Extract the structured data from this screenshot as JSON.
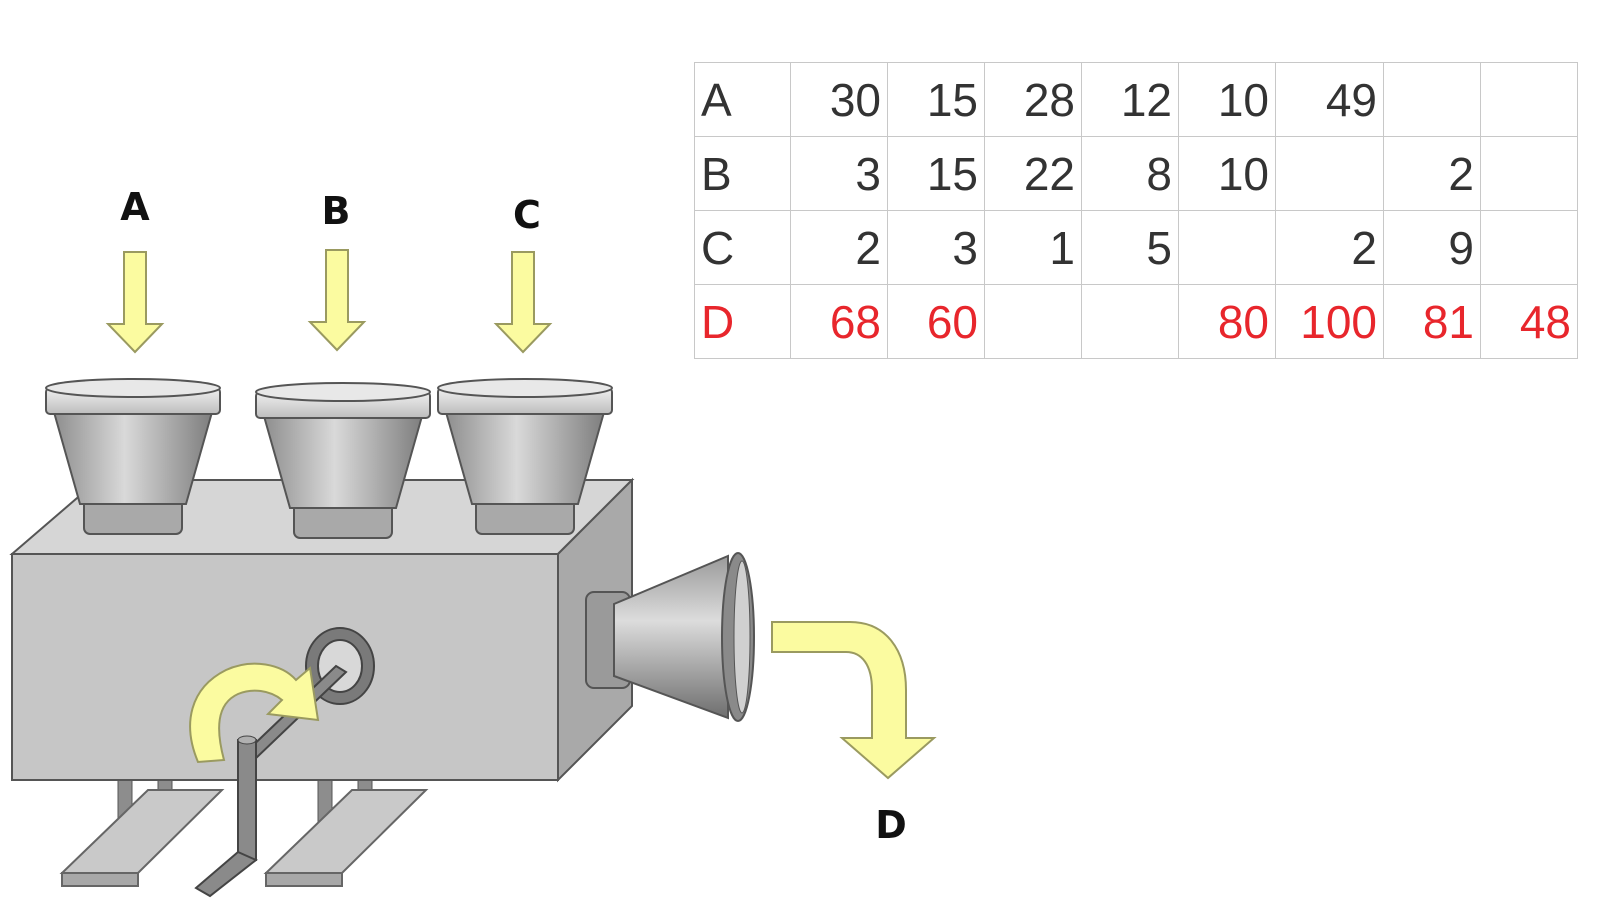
{
  "labels": {
    "a": "A",
    "b": "B",
    "c": "C",
    "d": "D"
  },
  "table": {
    "rows": [
      {
        "label": "A",
        "values": [
          "30",
          "15",
          "28",
          "12",
          "10",
          "49",
          "",
          ""
        ]
      },
      {
        "label": "B",
        "values": [
          "3",
          "15",
          "22",
          "8",
          "10",
          "",
          "2",
          ""
        ]
      },
      {
        "label": "C",
        "values": [
          "2",
          "3",
          "1",
          "5",
          "",
          "2",
          "9",
          ""
        ]
      },
      {
        "label": "D",
        "values": [
          "68",
          "60",
          "",
          "",
          "80",
          "100",
          "81",
          "48"
        ],
        "color": "#e8262c"
      }
    ]
  },
  "colors": {
    "arrow": "#fbfba0",
    "arrow_stroke": "#9a9a60",
    "body": "#c8c8c8",
    "highlight_row": "#e8262c"
  }
}
